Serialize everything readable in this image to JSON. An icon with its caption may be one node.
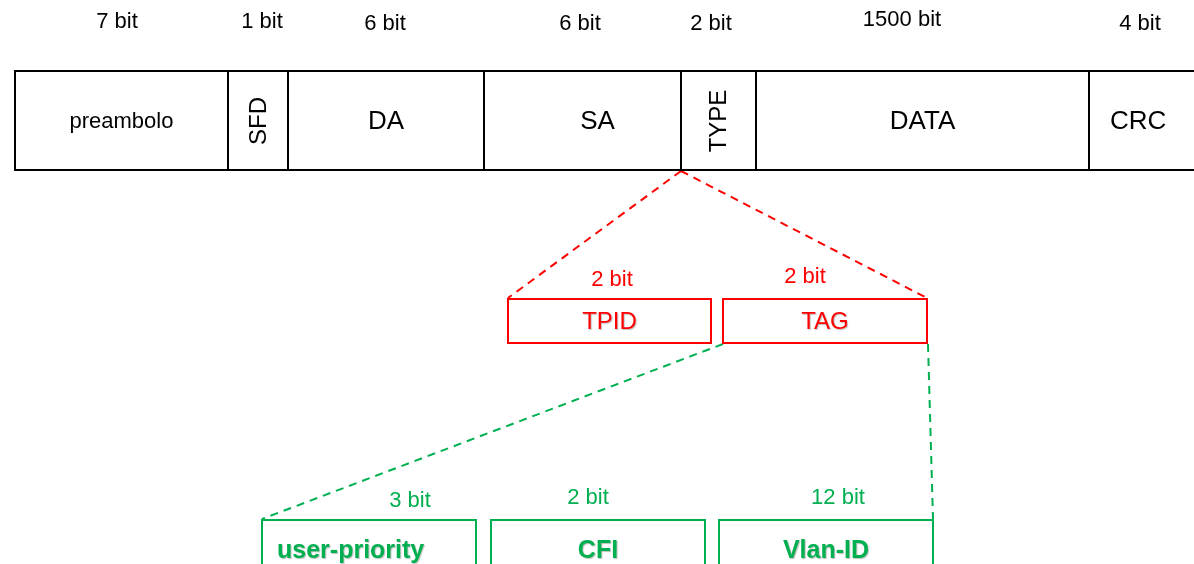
{
  "diagram": {
    "nodes": [
      {
        "text": [
          "preambolo"
        ],
        "beside": [
          "7 bit"
        ]
      },
      {
        "text": [
          "SFD"
        ],
        "beside": [
          "1 bit"
        ]
      },
      {
        "text": [
          "DA"
        ],
        "beside": [
          "6 bit"
        ]
      },
      {
        "text": [
          "SA"
        ],
        "beside": [
          "6 bit"
        ]
      },
      {
        "text": [
          "TYPE"
        ],
        "beside": [
          "2 bit"
        ]
      },
      {
        "text": [
          "DATA"
        ],
        "beside": [
          "1500 bit"
        ]
      },
      {
        "text": [
          "CRC"
        ],
        "beside": [
          "4 bit"
        ]
      },
      {
        "text": [
          "TPID"
        ],
        "beside": [
          "2 bit"
        ]
      },
      {
        "text": [
          "TAG"
        ],
        "beside": [
          "2 bit"
        ]
      },
      {
        "text": [
          "user-priority"
        ],
        "beside": [
          "3 bit"
        ]
      },
      {
        "text": [
          "CFI"
        ],
        "beside": [
          "2 bit"
        ]
      },
      {
        "text": [
          "Vlan-ID"
        ],
        "beside": [
          "12 bit"
        ]
      }
    ],
    "edges": [
      {
        "from": 4,
        "to": 7,
        "arrow": "none",
        "style": "dashed",
        "color": "#ff0000"
      },
      {
        "from": 4,
        "to": 8,
        "arrow": "none",
        "style": "dashed",
        "color": "#ff0000"
      },
      {
        "from": 8,
        "to": 9,
        "arrow": "none",
        "style": "dashed",
        "color": "#00b050"
      },
      {
        "from": 8,
        "to": 11,
        "arrow": "none",
        "style": "dashed",
        "color": "#00b050"
      }
    ]
  }
}
